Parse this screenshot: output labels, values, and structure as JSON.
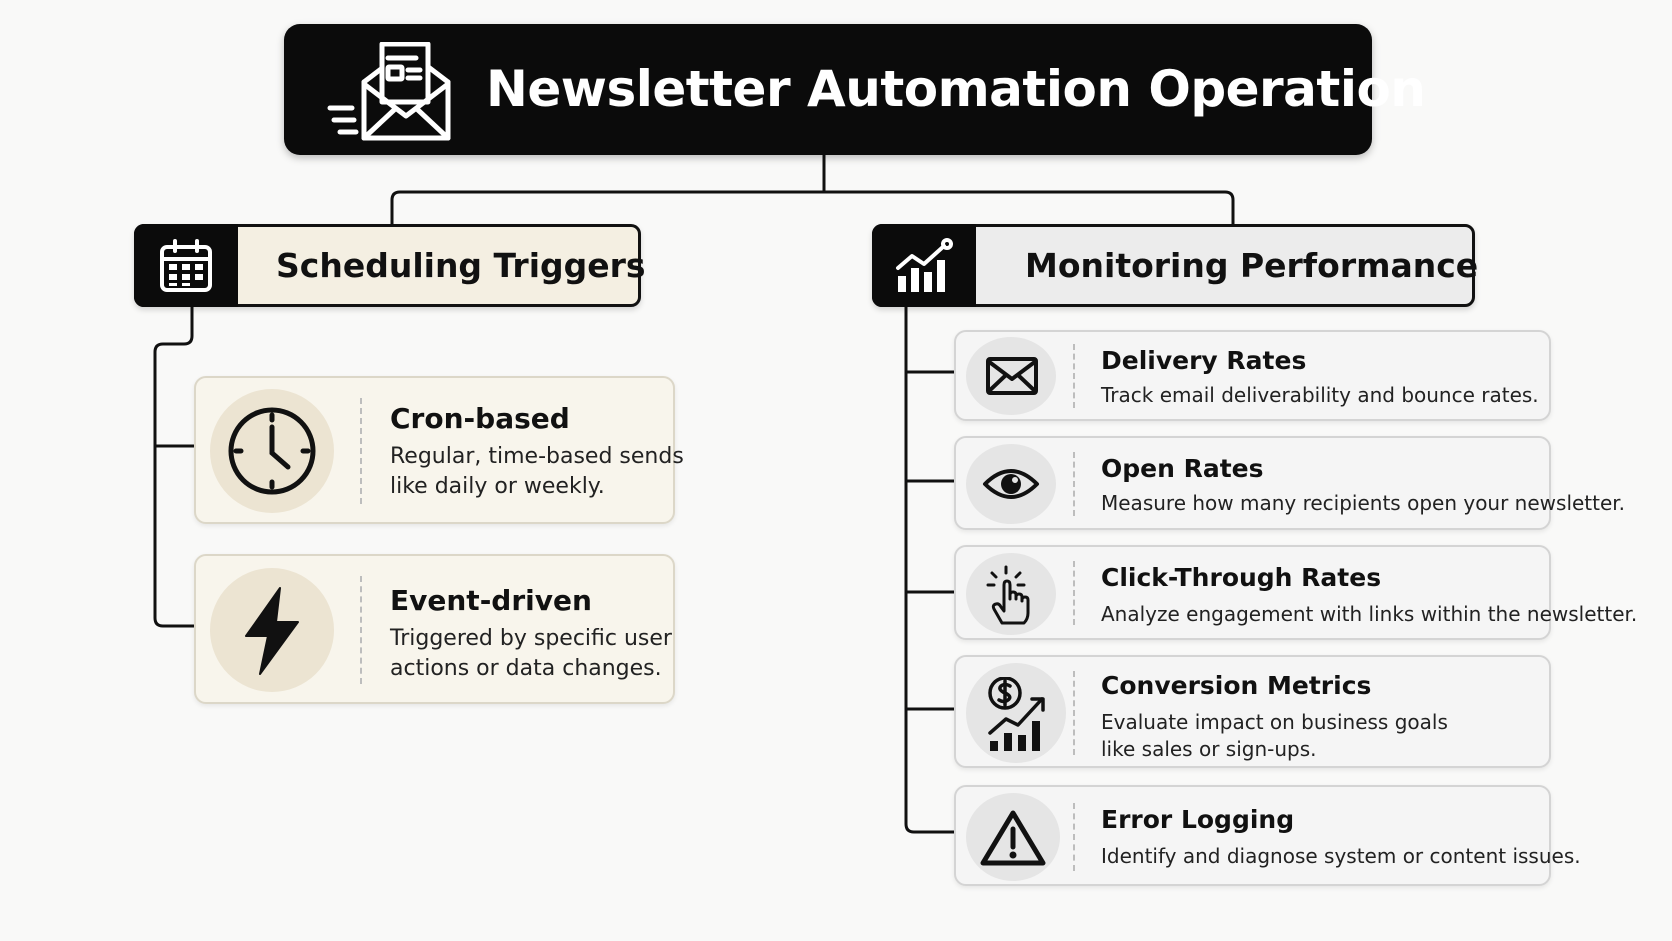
{
  "title": "Newsletter Automation Operation",
  "icons": {
    "title": "newsletter-envelope-icon",
    "scheduling": "calendar-icon",
    "monitoring": "bar-chart-trend-icon"
  },
  "colors": {
    "banner": "#0b0b0b",
    "scheduling_header_bg": "#f4efe2",
    "monitoring_header_bg": "#ececec",
    "scheduling_card_bg": "#f8f5ec",
    "monitoring_card_bg": "#f5f5f5"
  },
  "scheduling": {
    "title": "Scheduling Triggers",
    "items": [
      {
        "title": "Cron-based",
        "desc_lines": [
          "Regular, time-based sends",
          "like daily or weekly."
        ],
        "icon": "clock-icon"
      },
      {
        "title": "Event-driven",
        "desc_lines": [
          "Triggered by specific user",
          "actions or data changes."
        ],
        "icon": "lightning-bolt-icon"
      }
    ]
  },
  "monitoring": {
    "title": "Monitoring Performance",
    "items": [
      {
        "title": "Delivery Rates",
        "desc_lines": [
          "Track email deliverability and bounce rates."
        ],
        "icon": "envelope-icon"
      },
      {
        "title": "Open Rates",
        "desc_lines": [
          "Measure how many recipients open your newsletter."
        ],
        "icon": "eye-icon"
      },
      {
        "title": "Click-Through Rates",
        "desc_lines": [
          "Analyze engagement with links within the newsletter."
        ],
        "icon": "pointer-click-icon"
      },
      {
        "title": "Conversion Metrics",
        "desc_lines": [
          "Evaluate impact on business goals",
          "like sales or sign-ups."
        ],
        "icon": "dollar-growth-chart-icon"
      },
      {
        "title": "Error Logging",
        "desc_lines": [
          "Identify and diagnose system or content issues."
        ],
        "icon": "warning-triangle-icon"
      }
    ]
  }
}
